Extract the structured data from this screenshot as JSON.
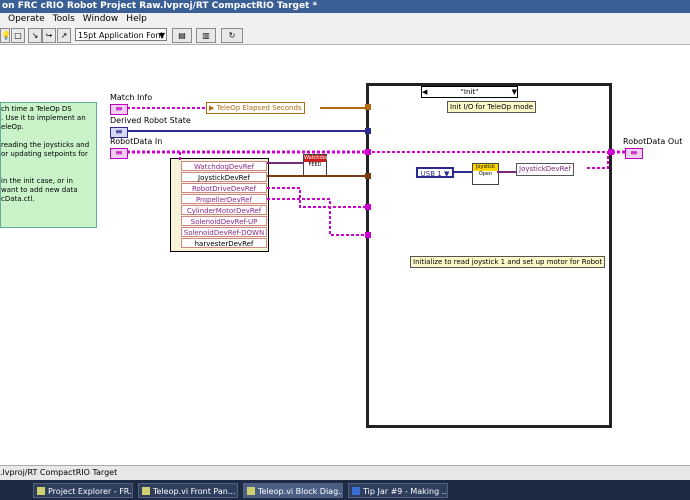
{
  "window": {
    "title": "on FRC cRIO Robot Project Raw.lvproj/RT CompactRIO Target *"
  },
  "menu": {
    "operate": "Operate",
    "tools": "Tools",
    "window": "Window",
    "help": "Help"
  },
  "toolbar": {
    "font": "15pt Application Font"
  },
  "diagram": {
    "comment": "ch time a TeleOp DS\n. Use it to implement an\neleOp.\n\nreading the joysticks and\nor updating setpoints for\n\n\nin the init case, or in\nwant to add new data\ncData.ctl.",
    "match_info_label": "Match Info",
    "derived_state_label": "Derived Robot State",
    "robotdata_in_label": "RobotData In",
    "robotdata_out_label": "RobotData Out",
    "elapsed_label": "TeleOp Elapsed Seconds",
    "case_selector": "\"Init\"",
    "case_note": "Init I/O for TeleOp mode",
    "init_note": "Initialize to read joystick 1 and set up motor for Robot",
    "usb_value": "USB 1",
    "open_vi_header": "Joystick",
    "open_vi_label": "Open",
    "feed_vi_header": "Watchdog",
    "feed_vi_label": "FEED",
    "bundle_label": "JoystickDevRef",
    "unbundle_items": [
      "WatchdogDevRef",
      "JoystickDevRef",
      "RobotDriveDevRef",
      "PropellerDevRef",
      "CylinderMotorDevRef",
      "SolenoidDevRef-UP",
      "SolenoidDevRef-DOWN",
      "harvesterDevRef"
    ]
  },
  "status": {
    "text": ".lvproj/RT CompactRIO Target"
  },
  "taskbar": {
    "items": [
      "Project Explorer - FR...",
      "Teleop.vi Front Pan...",
      "Teleop.vi Block Diag...",
      "Tip Jar #9 - Making ..."
    ]
  }
}
